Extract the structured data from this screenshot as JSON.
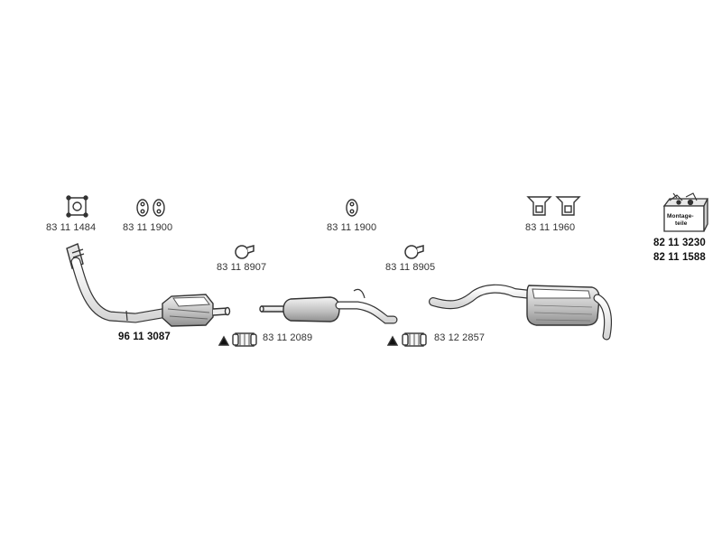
{
  "colors": {
    "line": "#333333",
    "fill_light": "#f2f2f2",
    "fill_mid": "#cfcfcf",
    "fill_dark": "#9a9a9a"
  },
  "parts": {
    "gasket_square": "83 11 1484",
    "rubber_mount_pair_front": "83 11 1900",
    "rubber_mount_single_mid": "83 11 1900",
    "bracket_pair_rear": "83 11 1960",
    "clamp_ring_front": "83 11 8907",
    "clamp_ring_rear": "83 11 8905",
    "front_pipe_catalyst": "96 11 3087",
    "clamp_sleeve_front": "83 11 2089",
    "clamp_sleeve_rear": "83 12 2857",
    "mounting_kit_1": "82 11 3230",
    "mounting_kit_2": "82 11 1588"
  },
  "kit_box": {
    "line1": "Montage-",
    "line2": "teile"
  }
}
